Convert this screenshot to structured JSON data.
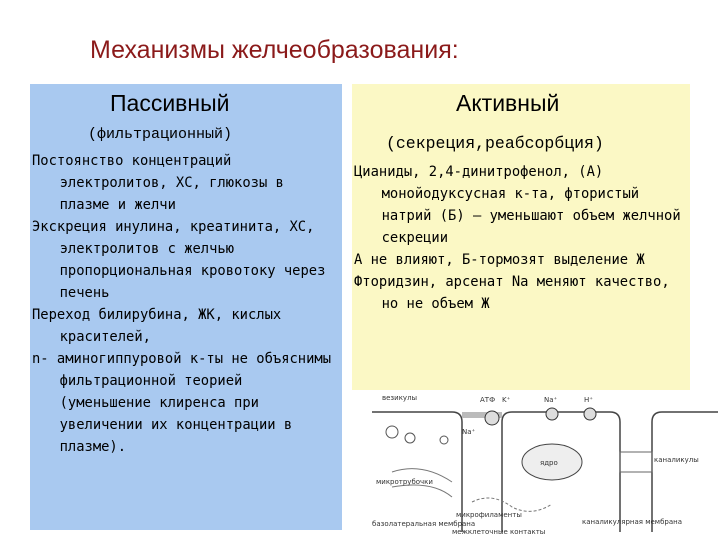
{
  "title": "Механизмы желчеобразования:",
  "passive": {
    "heading": "Пассивный",
    "subheading": "(фильтрационный)",
    "items": [
      "Постоянство концентраций электролитов, ХС, глюкозы в плазме и желчи",
      "Экскреция инулина, креатинита, ХС, электролитов с желчью пропорциональная кровотоку через печень",
      "Переход билирубина, ЖК, кислых красителей,",
      "n- аминогиппуровой к-ты не объяснимы фильтрационной теорией (уменьшение клиренса при увеличении их концентрации в плазме)."
    ]
  },
  "active": {
    "heading": "Активный",
    "subheading": "(секреция,реабсорбция)",
    "items": [
      "Цианиды, 2,4-динитрофенол, (А) монойодуксусная к-та, фтористый натрий (Б) – уменьшают объем желчной секреции",
      "А не влияют, Б-тормозят выделение Ж",
      "Фторидзин, арсенат Na меняют качество, но не объем Ж"
    ]
  },
  "diagram": {
    "labels": {
      "vesicles": "везикулы",
      "atp": "АТФ",
      "k": "K⁺",
      "na_top": "Na⁺",
      "h": "H⁺",
      "na_inner": "Na⁺",
      "nucleus": "ядро",
      "canaliculi": "каналикулы",
      "microtubules": "микротрубочки",
      "microfilaments": "микрофиламенты",
      "basolateral_membrane": "базолатеральная мембрана",
      "intercellular_contacts": "межклеточные контакты",
      "canalicular_membrane": "каналикулярная мембрана"
    }
  }
}
